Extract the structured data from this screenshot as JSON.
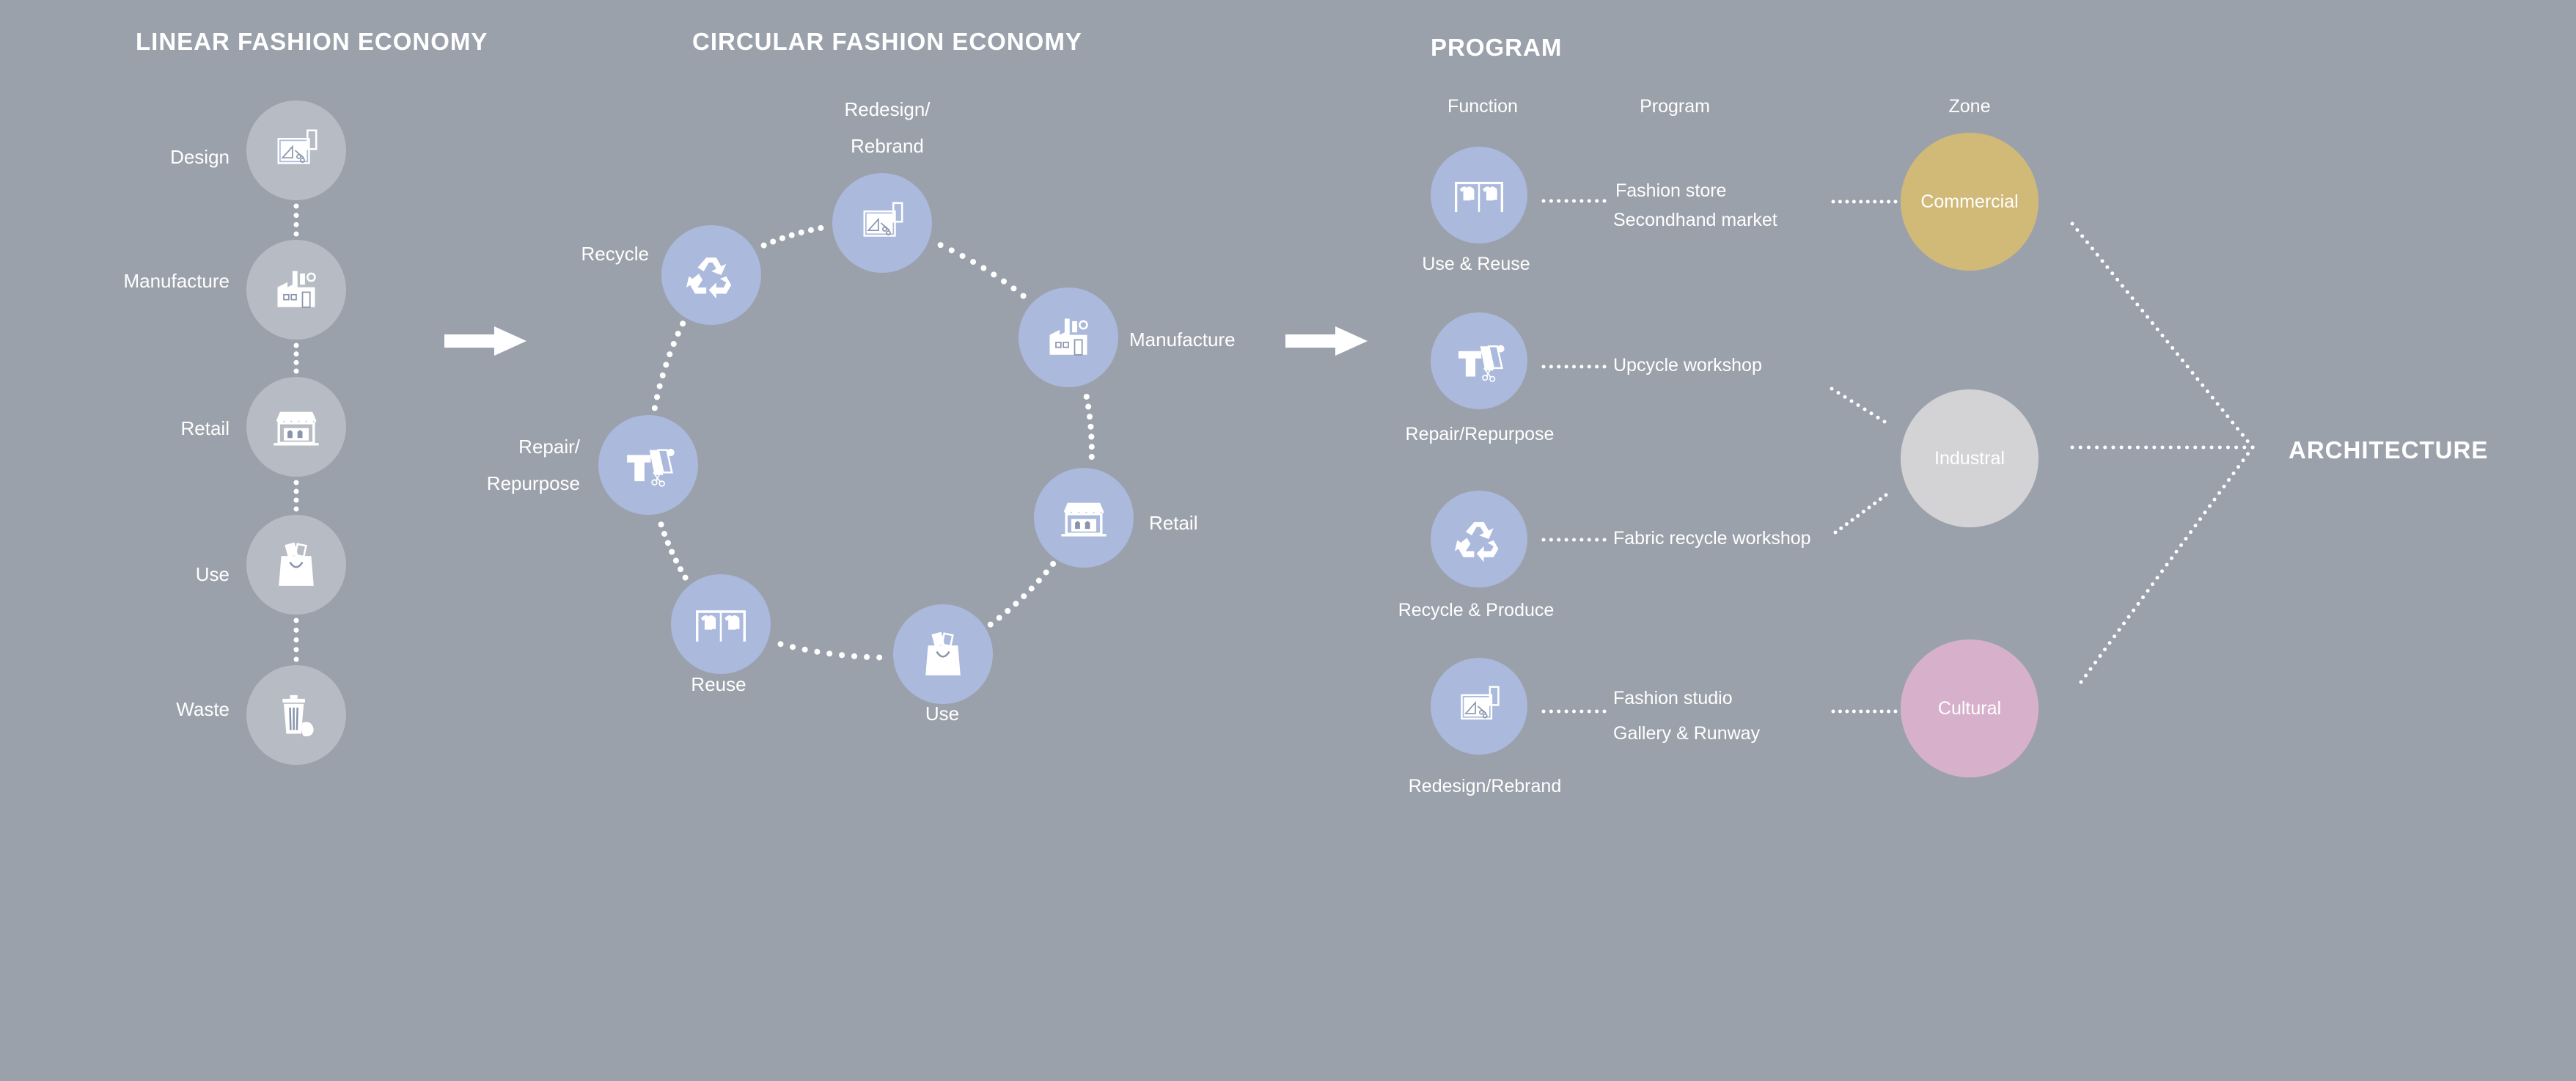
{
  "linear": {
    "title": "LINEAR  FASHION ECONOMY",
    "steps": [
      {
        "label": "Design",
        "icon": "design-icon"
      },
      {
        "label": "Manufacture",
        "icon": "factory-icon"
      },
      {
        "label": "Retail",
        "icon": "store-icon"
      },
      {
        "label": "Use",
        "icon": "shopping-bag-icon"
      },
      {
        "label": "Waste",
        "icon": "trash-icon"
      }
    ]
  },
  "circular": {
    "title": "CIRCULAR  FASHION ECONOMY",
    "nodes": {
      "redesign": {
        "line1": "Redesign/",
        "line2": "Rebrand",
        "icon": "design-icon"
      },
      "manufacture": {
        "label": "Manufacture",
        "icon": "factory-icon"
      },
      "retail": {
        "label": "Retail",
        "icon": "store-icon"
      },
      "use": {
        "label": "Use",
        "icon": "shopping-bag-icon"
      },
      "reuse": {
        "label": "Reuse",
        "icon": "clothes-rack-icon"
      },
      "repair": {
        "line1": "Repair/",
        "line2": "Repurpose",
        "icon": "repair-icon"
      },
      "recycle": {
        "label": "Recycle",
        "icon": "recycle-icon"
      }
    }
  },
  "program": {
    "title": "PROGRAM",
    "columns": {
      "function": "Function",
      "program": "Program",
      "zone": "Zone"
    },
    "functions": [
      {
        "label": "Use & Reuse",
        "icon": "clothes-rack-icon",
        "programs": [
          "Fashion store",
          "Secondhand market"
        ]
      },
      {
        "label": "Repair/Repurpose",
        "icon": "repair-icon",
        "programs": [
          "Upcycle workshop"
        ]
      },
      {
        "label": "Recycle & Produce",
        "icon": "recycle-icon",
        "programs": [
          "Fabric recycle workshop"
        ]
      },
      {
        "label": "Redesign/Rebrand",
        "icon": "design-icon",
        "programs": [
          "Fashion studio",
          "Gallery & Runway"
        ]
      }
    ],
    "zones": [
      {
        "label": "Commercial",
        "color": "#d1b977"
      },
      {
        "label": "Industral",
        "color": "#d3d3d5"
      },
      {
        "label": "Cultural",
        "color": "#d7b1cc"
      }
    ],
    "result": "ARCHITECTURE"
  },
  "colors": {
    "background": "#9ba1ab",
    "linear_circle": "#b7bbc3",
    "circular_circle": "#aab9dc",
    "dots": "#ffffff"
  }
}
